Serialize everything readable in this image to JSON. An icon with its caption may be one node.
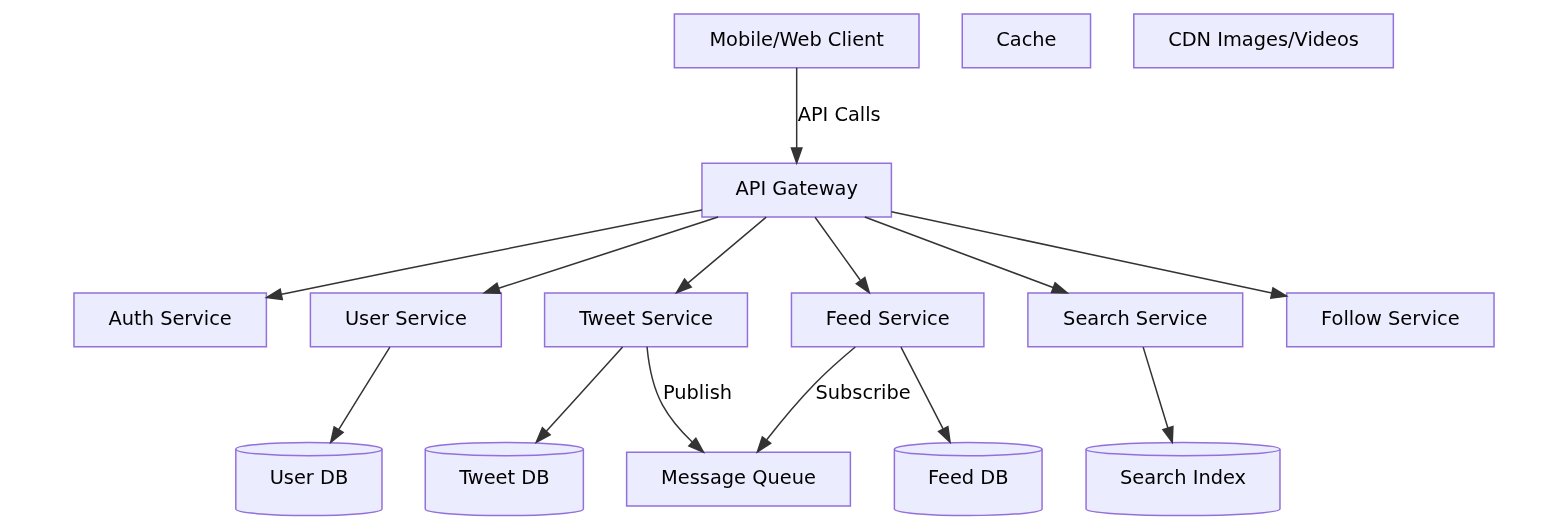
{
  "diagram": {
    "nodes": [
      {
        "text": [
          "Mobile/Web Client"
        ]
      },
      {
        "text": [
          "Cache"
        ]
      },
      {
        "text": [
          "CDN Images/Videos"
        ]
      },
      {
        "text": [
          "API Gateway"
        ]
      },
      {
        "text": [
          "Auth Service"
        ]
      },
      {
        "text": [
          "User Service"
        ]
      },
      {
        "text": [
          "Tweet Service"
        ]
      },
      {
        "text": [
          "Feed Service"
        ]
      },
      {
        "text": [
          "Search Service"
        ]
      },
      {
        "text": [
          "Follow Service"
        ]
      },
      {
        "text": [
          "User DB"
        ]
      },
      {
        "text": [
          "Message Queue"
        ]
      },
      {
        "text": [
          "Tweet DB"
        ]
      },
      {
        "text": [
          "Feed DB"
        ]
      },
      {
        "text": [
          "Search Index"
        ]
      }
    ],
    "edges": [
      {
        "from": 0,
        "to": 3,
        "arrow": "to",
        "label": "API Calls"
      },
      {
        "from": 3,
        "to": 4,
        "arrow": "to"
      },
      {
        "from": 3,
        "to": 5,
        "arrow": "to"
      },
      {
        "from": 3,
        "to": 6,
        "arrow": "to"
      },
      {
        "from": 3,
        "to": 7,
        "arrow": "to"
      },
      {
        "from": 3,
        "to": 8,
        "arrow": "to"
      },
      {
        "from": 3,
        "to": 9,
        "arrow": "to"
      },
      {
        "from": 5,
        "to": 10,
        "arrow": "to"
      },
      {
        "from": 6,
        "to": 11,
        "arrow": "to",
        "label": "Publish"
      },
      {
        "from": 7,
        "to": 11,
        "arrow": "to",
        "label": "Subscribe"
      },
      {
        "from": 6,
        "to": 12,
        "arrow": "to"
      },
      {
        "from": 7,
        "to": 13,
        "arrow": "to"
      },
      {
        "from": 8,
        "to": 14,
        "arrow": "to"
      }
    ]
  }
}
